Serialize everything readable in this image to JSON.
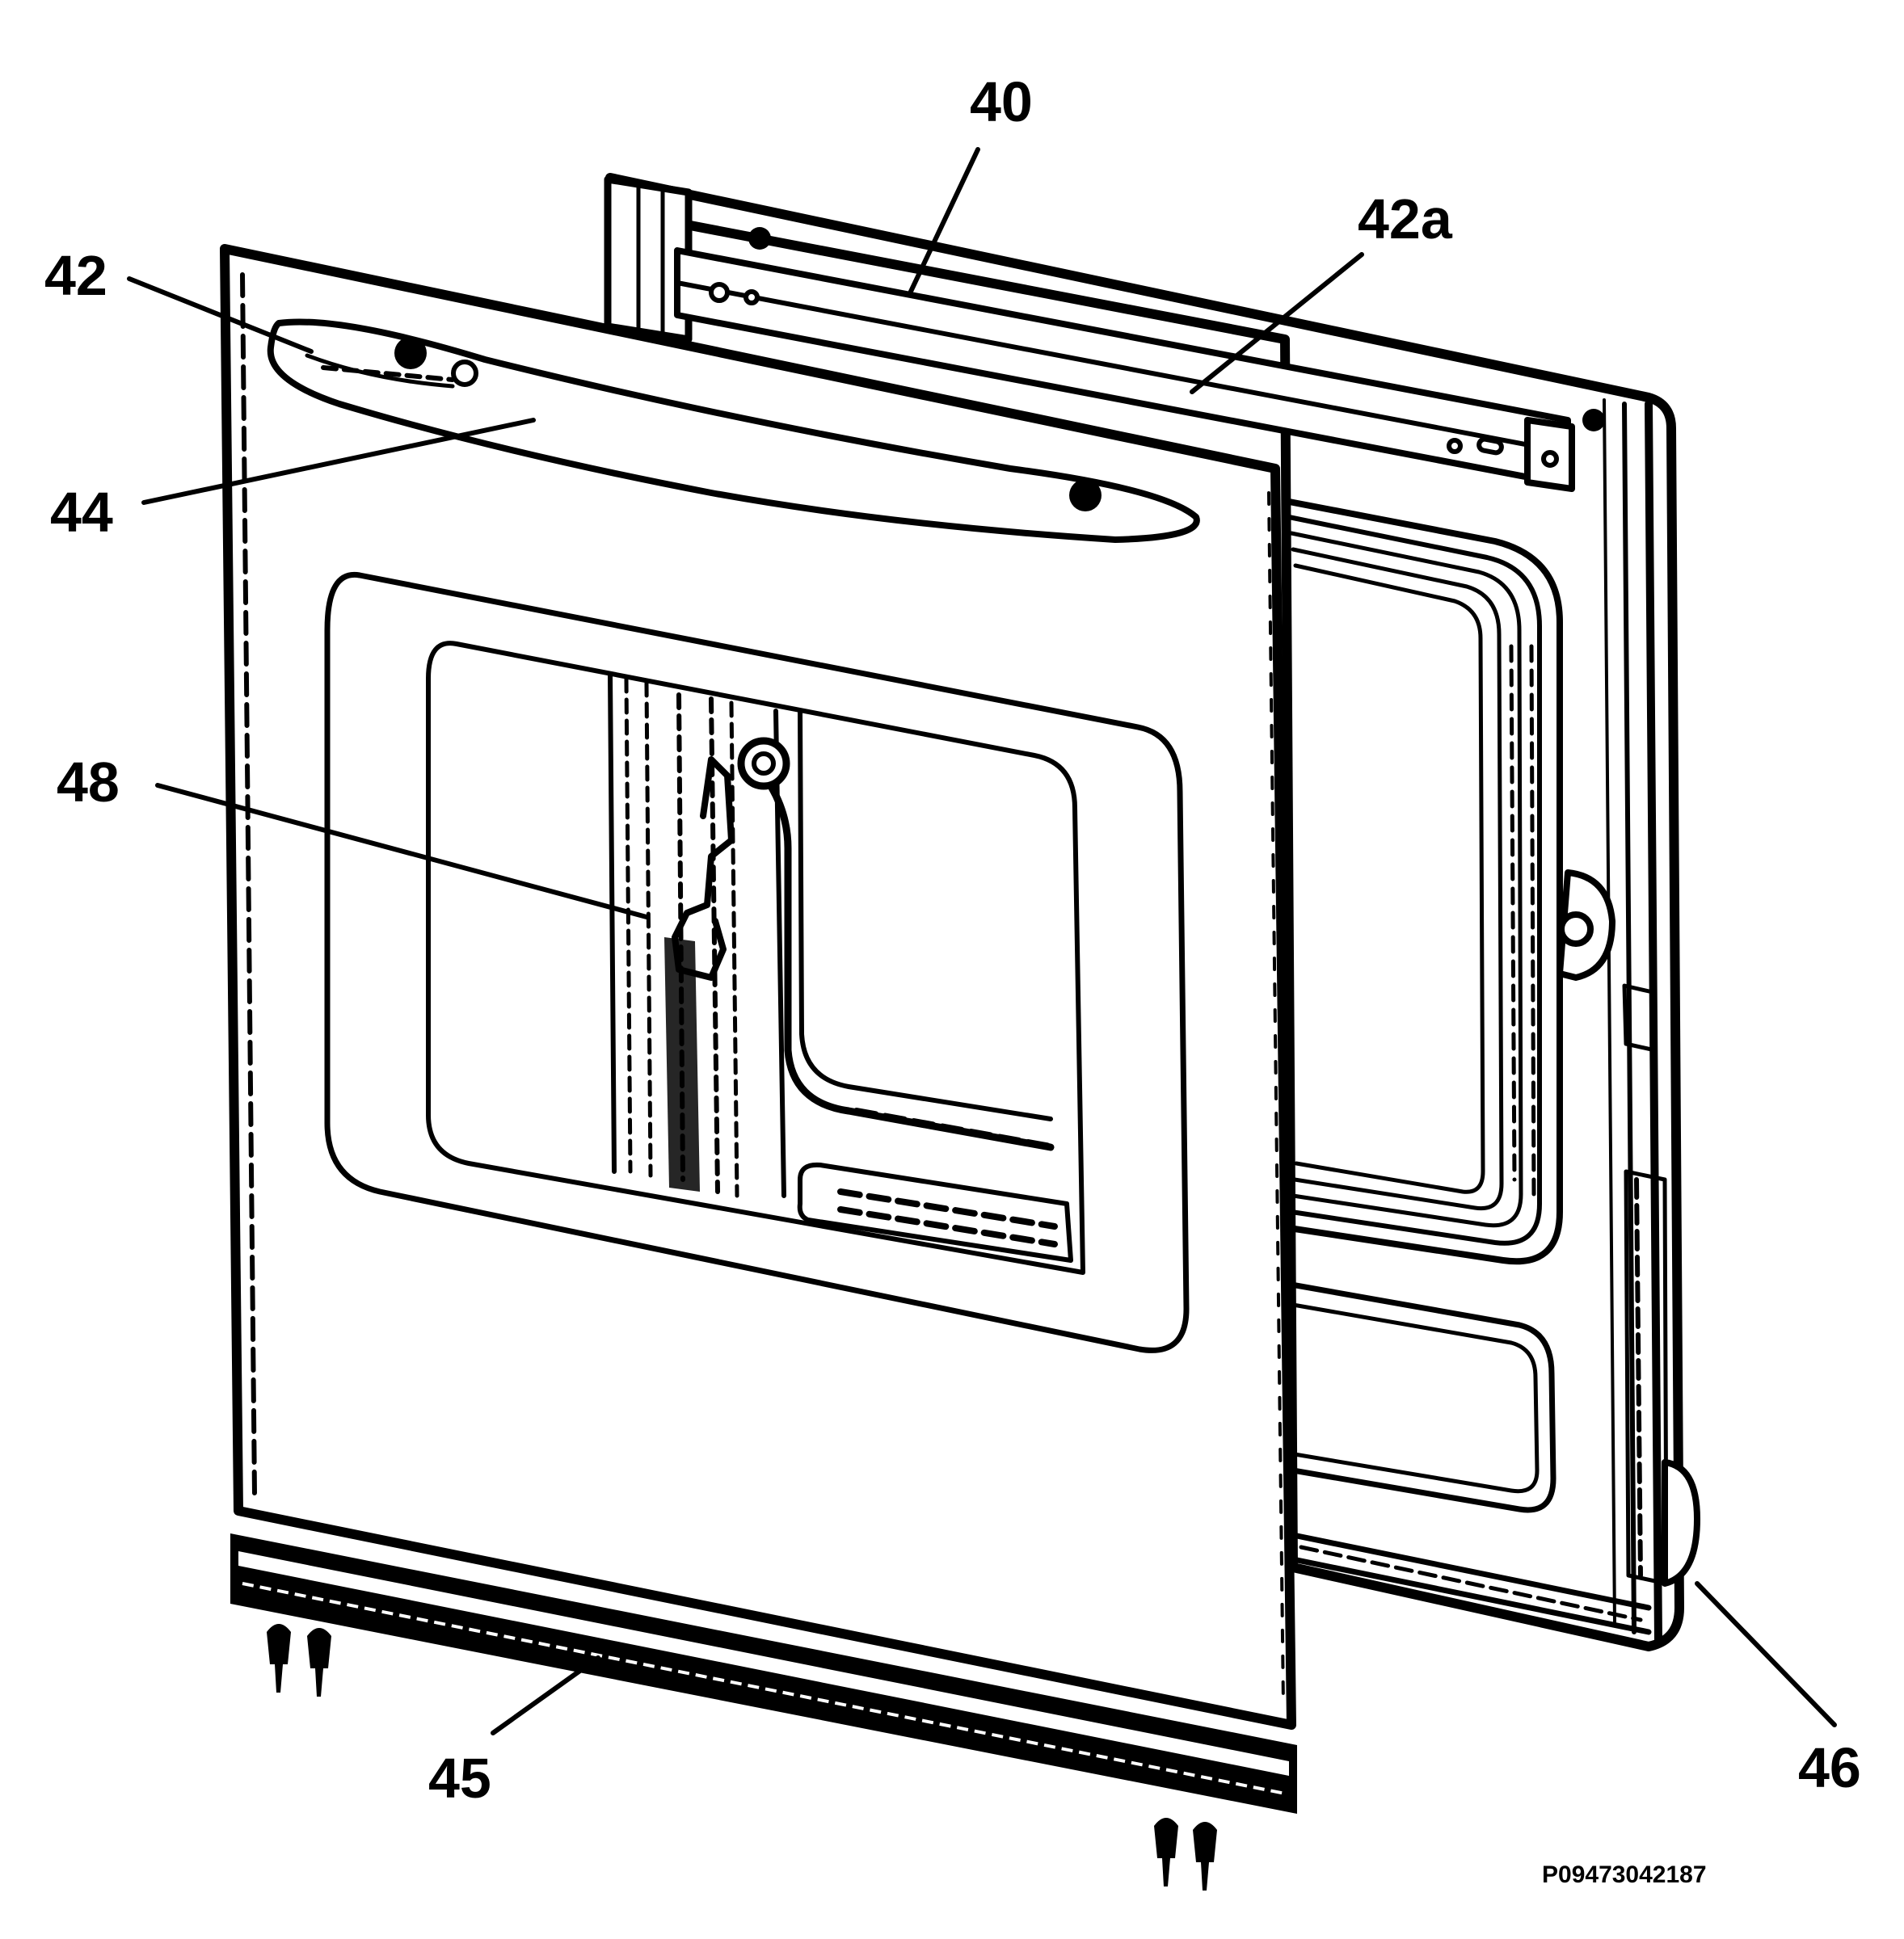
{
  "labels": {
    "l40": "40",
    "l42": "42",
    "l42a": "42a",
    "l44": "44",
    "l45": "45",
    "l46": "46",
    "l48": "48"
  },
  "drawing_code": "P09473042187",
  "colors": {
    "ink": "#000000",
    "paper": "#ffffff"
  }
}
